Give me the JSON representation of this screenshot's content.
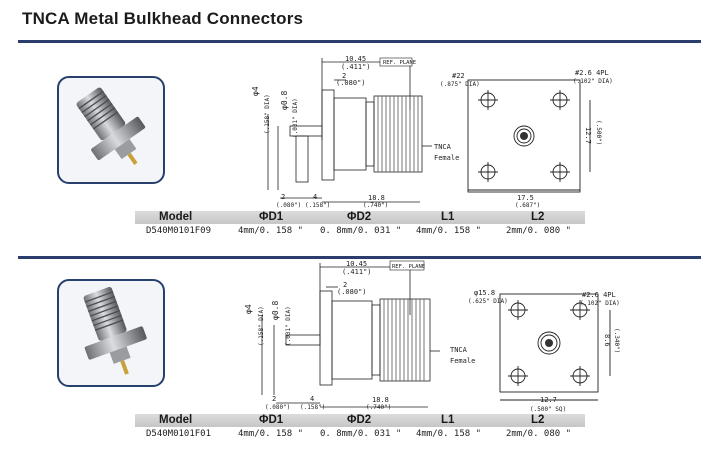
{
  "page": {
    "title": "TNCA  Metal Bulkhead Connectors"
  },
  "products": [
    {
      "drawing": {
        "dim_overall": "10.45",
        "dim_overall_in": "(.411\")",
        "dim_flange": "2",
        "dim_flange_in": "(.080\")",
        "ref_plane": "REF. PLANE",
        "phi_d1_label": "φ4",
        "phi_d1_in": "(.158\" DIA)",
        "phi_d2_label": "φ0.8",
        "phi_d2_in": "(.031\" DIA)",
        "dim_l2": "2",
        "dim_l2_in": "(.080\")",
        "dim_l1": "4",
        "dim_l1_in": "(.158\")",
        "dim_body": "18.8",
        "dim_body_in": "(.740\")",
        "connector_label": "TNCA\nFemale",
        "flange_hole_dia": "#22",
        "flange_hole_dia_in": "(.875\" DIA)",
        "mount_hole": "#2.6 4PL",
        "mount_hole_in": "(.102\" DIA)",
        "hole_spacing_v": "12.7",
        "hole_spacing_v_in": "(.500\")",
        "flange_width": "17.5",
        "flange_width_in": "(.687\")"
      },
      "table": {
        "headers": [
          "Model",
          "ΦD1",
          "ΦD2",
          "L1",
          "L2"
        ],
        "row": [
          "D540M0101F09",
          "4mm/0. 158 \"",
          "0. 8mm/0. 031 \"",
          "4mm/0. 158 \"",
          "2mm/0. 080 \""
        ]
      }
    },
    {
      "drawing": {
        "dim_overall": "10.45",
        "dim_overall_in": "(.411\")",
        "dim_flange": "2",
        "dim_flange_in": "(.080\")",
        "ref_plane": "REF. PLANE",
        "phi_d1_label": "φ4",
        "phi_d1_in": "(.158\" DIA)",
        "phi_d2_label": "φ0.8",
        "phi_d2_in": "(.031\" DIA)",
        "dim_l2": "2",
        "dim_l2_in": "(.080\")",
        "dim_l1": "4",
        "dim_l1_in": "(.158\")",
        "dim_body": "18.8",
        "dim_body_in": "(.740\")",
        "connector_label": "TNCA\nFemale",
        "flange_hole_dia": "φ15.8",
        "flange_hole_dia_in": "(.625\" DIA)",
        "mount_hole": "#2.6 4PL",
        "mount_hole_in": "(.102\" DIA)",
        "hole_spacing_v": "8.6",
        "hole_spacing_v_in": "(.340\")",
        "flange_width": "12.7",
        "flange_width_in": "(.500\" SQ)"
      },
      "table": {
        "headers": [
          "Model",
          "ΦD1",
          "ΦD2",
          "L1",
          "L2"
        ],
        "row": [
          "D540M0101F01",
          "4mm/0. 158 \"",
          "0. 8mm/0. 031 \"",
          "4mm/0. 158 \"",
          "2mm/0. 080 \""
        ]
      }
    }
  ],
  "colors": {
    "rule": "#2b3d6e",
    "card_border": "#27406e",
    "table_header": "#cfcfcf"
  }
}
